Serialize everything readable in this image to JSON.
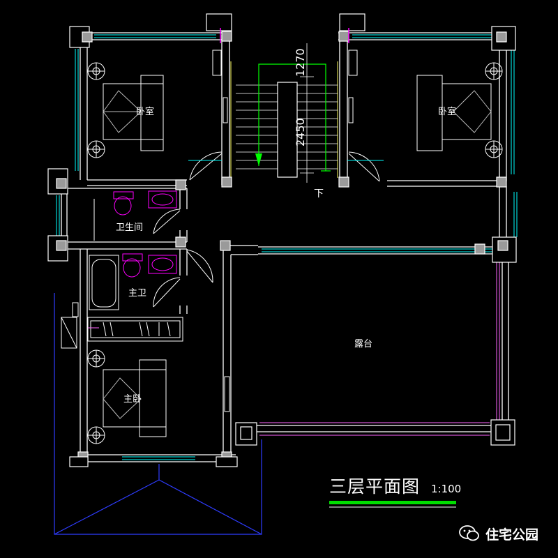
{
  "rooms": {
    "bedroom_left": "卧室",
    "bedroom_right": "卧室",
    "bathroom": "卫生间",
    "master_bath": "主卫",
    "master_bedroom": "主卧",
    "terrace": "露台"
  },
  "dimensions": {
    "upper": "1270",
    "lower": "2450"
  },
  "stair_direction": "下",
  "drawing_title": "三层平面图",
  "scale_label": "1:100",
  "watermark": "住宅公园",
  "colors": {
    "wall": "#ffffff",
    "wall_inner": "#c8c8c8",
    "window": "#00ffff",
    "railing": "#ff66ff",
    "fixture": "#ff00ff",
    "stair_arrow": "#00ff00",
    "roof_line": "#2e3cff",
    "title_underline": "#00dd00"
  }
}
